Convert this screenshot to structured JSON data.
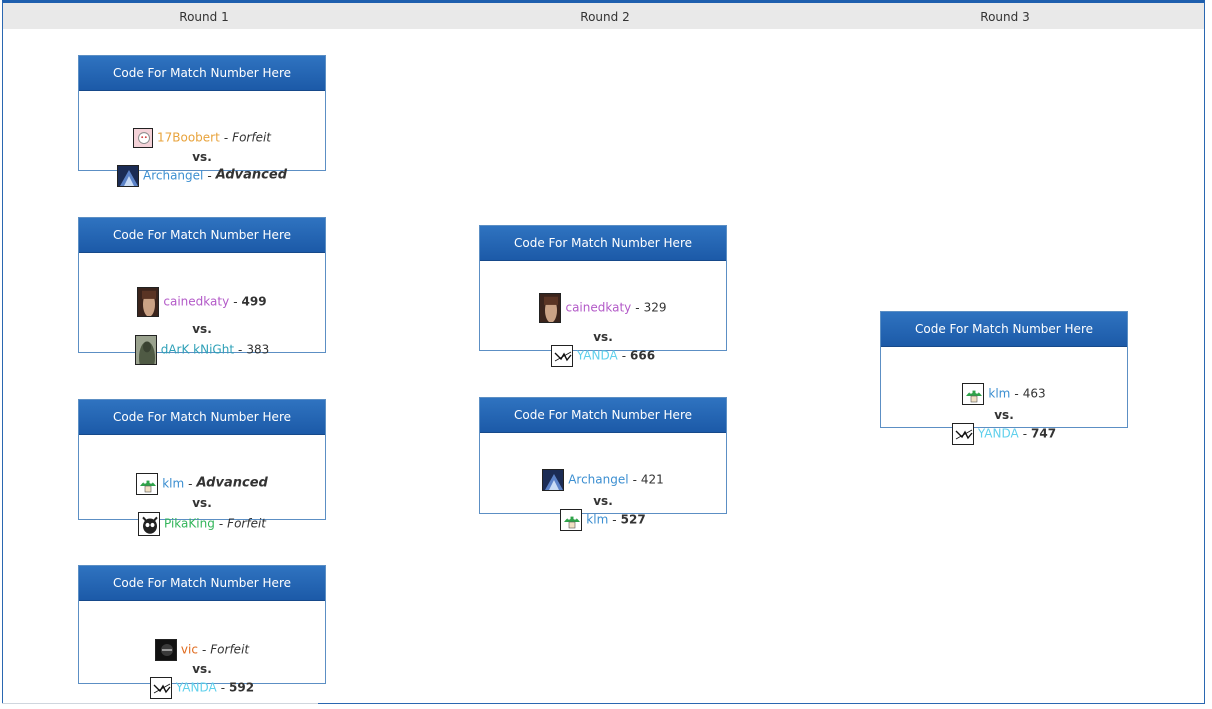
{
  "rounds": [
    "Round 1",
    "Round 2",
    "Round 3"
  ],
  "match_header": "Code For Match Number Here",
  "vs_label": "vs.",
  "separator": "-",
  "colors": {
    "frame": "#1e5fae",
    "header_bg": "#2f73c0",
    "round_bar": "#e9e9e9"
  },
  "matches": [
    {
      "p1": {
        "name": "17Boobert",
        "color": "#e8a33c",
        "result": "Forfeit",
        "result_type": "forfeit",
        "avatar": "ghost-avatar"
      },
      "p2": {
        "name": "Archangel",
        "color": "#3c8fd1",
        "result": "Advanced",
        "result_type": "advanced",
        "avatar": "archangel-avatar"
      }
    },
    {
      "p1": {
        "name": "cainedkaty",
        "color": "#b35ac8",
        "result": "499",
        "result_type": "score-win",
        "avatar": "cainedkaty-avatar"
      },
      "p2": {
        "name": "dArK kNiGht",
        "color": "#2fa1b8",
        "result": "383",
        "result_type": "score",
        "avatar": "darkknight-avatar"
      }
    },
    {
      "p1": {
        "name": "klm",
        "color": "#3c8fd1",
        "result": "Advanced",
        "result_type": "advanced",
        "avatar": "mushroom-avatar"
      },
      "p2": {
        "name": "PikaKing",
        "color": "#33b55a",
        "result": "Forfeit",
        "result_type": "forfeit",
        "avatar": "pikaking-avatar"
      }
    },
    {
      "p1": {
        "name": "vic",
        "color": "#e06a1c",
        "result": "Forfeit",
        "result_type": "forfeit",
        "avatar": "vic-avatar"
      },
      "p2": {
        "name": "YANDA",
        "color": "#5fd0ec",
        "result": "592",
        "result_type": "score-win",
        "avatar": "yanda-avatar"
      }
    },
    {
      "p1": {
        "name": "cainedkaty",
        "color": "#b35ac8",
        "result": "329",
        "result_type": "score",
        "avatar": "cainedkaty-avatar"
      },
      "p2": {
        "name": "YANDA",
        "color": "#5fd0ec",
        "result": "666",
        "result_type": "score-win",
        "avatar": "yanda-avatar"
      }
    },
    {
      "p1": {
        "name": "Archangel",
        "color": "#3c8fd1",
        "result": "421",
        "result_type": "score",
        "avatar": "archangel-avatar"
      },
      "p2": {
        "name": "klm",
        "color": "#3c8fd1",
        "result": "527",
        "result_type": "score-win",
        "avatar": "mushroom-avatar"
      }
    },
    {
      "p1": {
        "name": "klm",
        "color": "#3c8fd1",
        "result": "463",
        "result_type": "score",
        "avatar": "mushroom-avatar"
      },
      "p2": {
        "name": "YANDA",
        "color": "#5fd0ec",
        "result": "747",
        "result_type": "score-win",
        "avatar": "yanda-avatar"
      }
    }
  ]
}
